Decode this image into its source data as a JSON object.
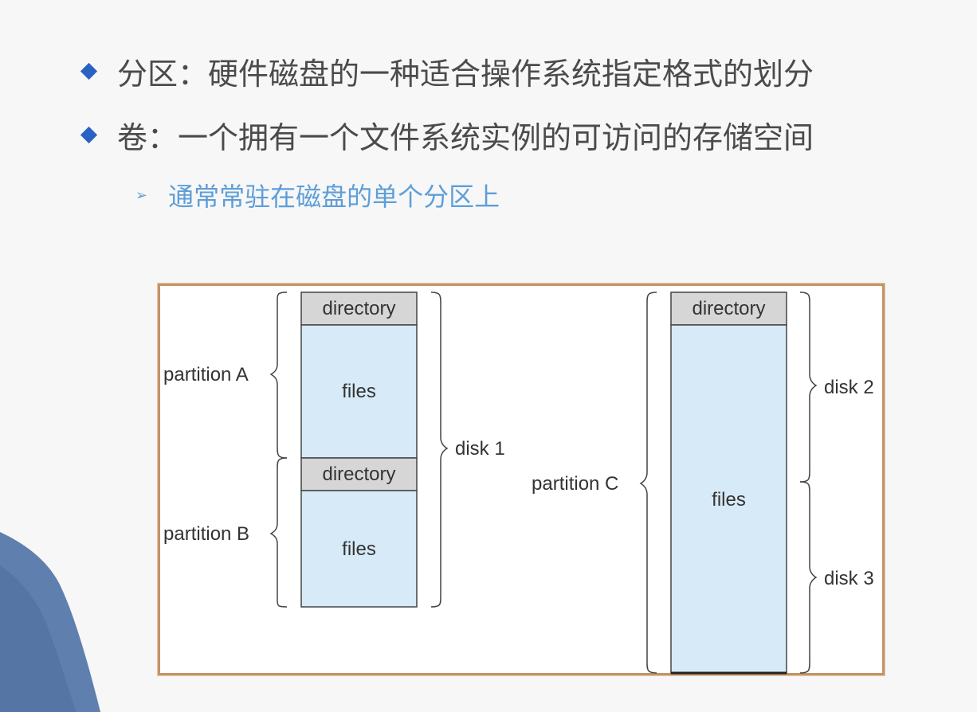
{
  "bullets": [
    {
      "text": "分区：硬件磁盘的一种适合操作系统指定格式的划分"
    },
    {
      "text": "卷：一个拥有一个文件系统实例的可访问的存储空间"
    }
  ],
  "sub_bullet": {
    "text": "通常常驻在磁盘的单个分区上"
  },
  "diagram": {
    "block_labels": {
      "directory": "directory",
      "files": "files"
    },
    "partitions": [
      "partition A",
      "partition B",
      "partition C"
    ],
    "disks": [
      "disk 1",
      "disk 2",
      "disk 3"
    ]
  },
  "colors": {
    "bullet": "#2a62c4",
    "sub_text": "#5e9ed8",
    "directory_fill": "#d6d6d6",
    "files_fill": "#d7eaf8",
    "frame": "#c49466"
  }
}
